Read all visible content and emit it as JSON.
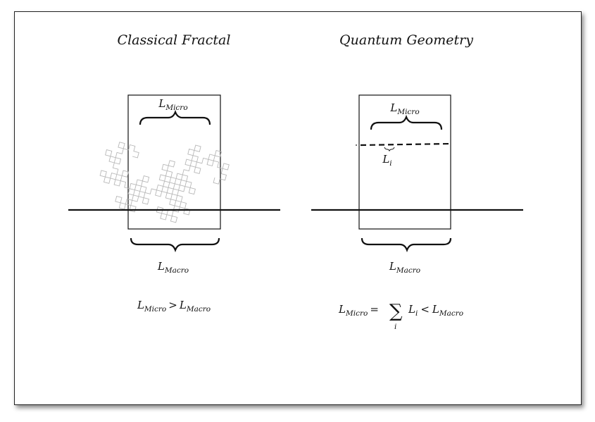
{
  "left_panel": {
    "title": "Classical Fractal",
    "micro_label": {
      "base": "L",
      "sub": "Micro"
    },
    "macro_label": {
      "base": "L",
      "sub": "Macro"
    },
    "relation": {
      "lhs_base": "L",
      "lhs_sub": "Micro",
      "op": ">",
      "rhs_base": "L",
      "rhs_sub": "Macro"
    }
  },
  "right_panel": {
    "title": "Quantum Geometry",
    "micro_label": {
      "base": "L",
      "sub": "Micro"
    },
    "segment_label": {
      "base": "L",
      "sub": "i"
    },
    "macro_label": {
      "base": "L",
      "sub": "Macro"
    },
    "relation": {
      "lhs_base": "L",
      "lhs_sub": "Micro",
      "eq": "=",
      "sum": "∑",
      "sum_index": "i",
      "term_base": "L",
      "term_sub": "i",
      "op": "<",
      "rhs_base": "L",
      "rhs_sub": "Macro"
    }
  },
  "colors": {
    "ink": "#111111",
    "fractal": "#b8b8b8"
  }
}
